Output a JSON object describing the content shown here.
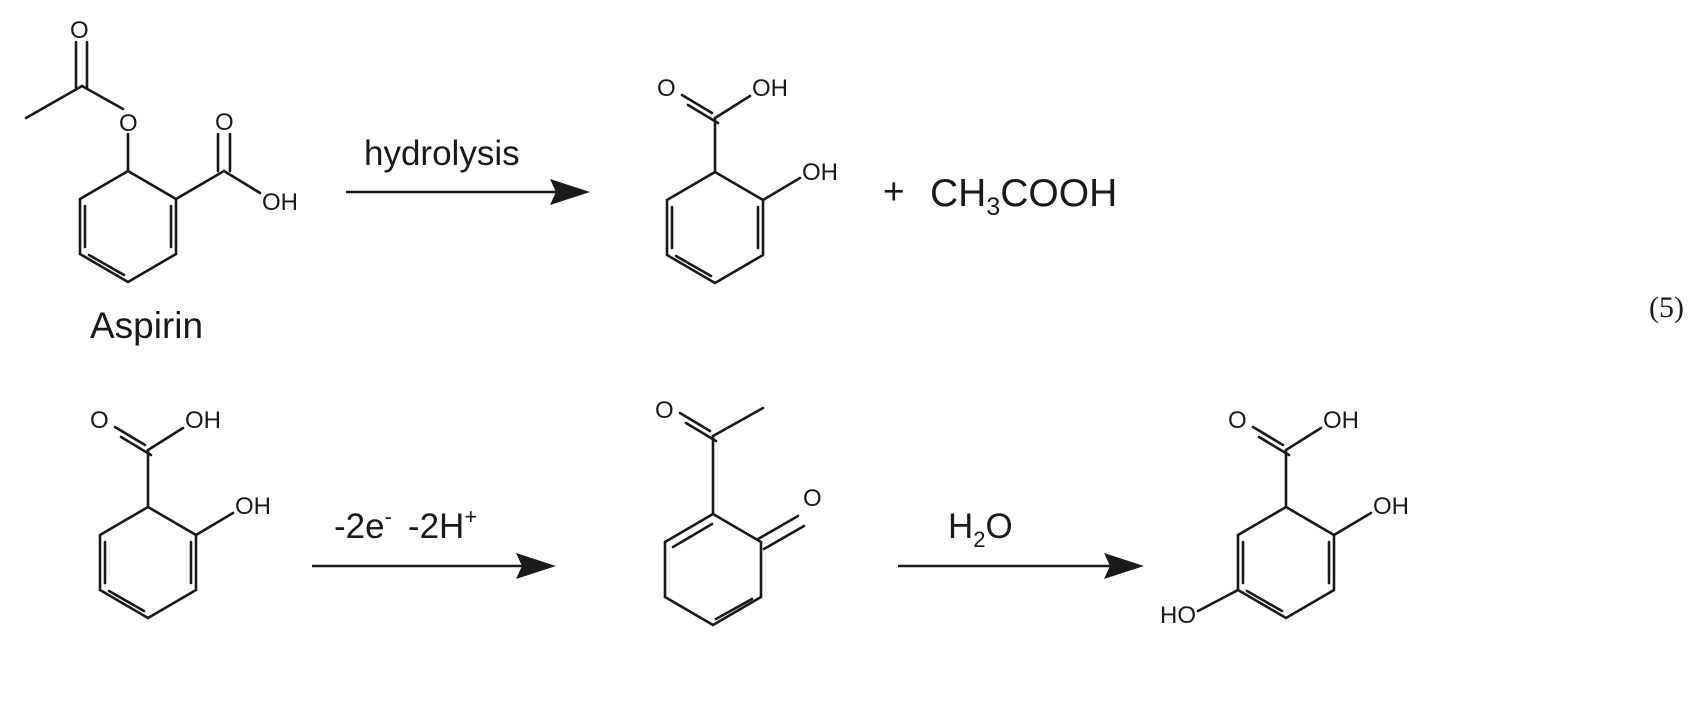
{
  "atoms": {
    "O": "O",
    "OH": "OH",
    "HO": "HO"
  },
  "reaction1": {
    "reactant_name": "Aspirin",
    "condition": "hydrolysis",
    "plus": "+",
    "byproduct": {
      "main": "CH",
      "subscript": "3",
      "rest": "COOH"
    }
  },
  "reaction2": {
    "condition": {
      "electrons": "-2e",
      "electrons_sup": "-",
      "protons": "-2H",
      "protons_sup": "+"
    }
  },
  "reaction3": {
    "condition": {
      "main": "H",
      "subscript": "2",
      "rest": "O"
    }
  },
  "equation_number": "(5)"
}
